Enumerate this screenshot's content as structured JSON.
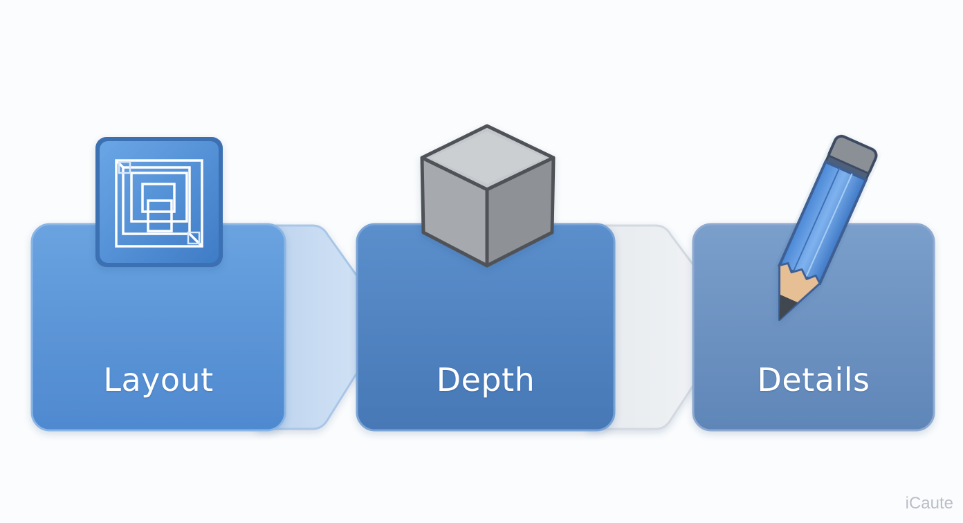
{
  "steps": [
    {
      "label": "Layout",
      "icon": "layout-icon",
      "color": "#5b93d3"
    },
    {
      "label": "Depth",
      "icon": "cube-icon",
      "color": "#4f83c1"
    },
    {
      "label": "Details",
      "icon": "pencil-icon",
      "color": "#6a91bf"
    }
  ],
  "connectors": [
    {
      "name": "arrow-1",
      "color": "#c9dcf0"
    },
    {
      "name": "arrow-2",
      "color": "#eef1f4"
    }
  ],
  "watermark": "iCaute"
}
